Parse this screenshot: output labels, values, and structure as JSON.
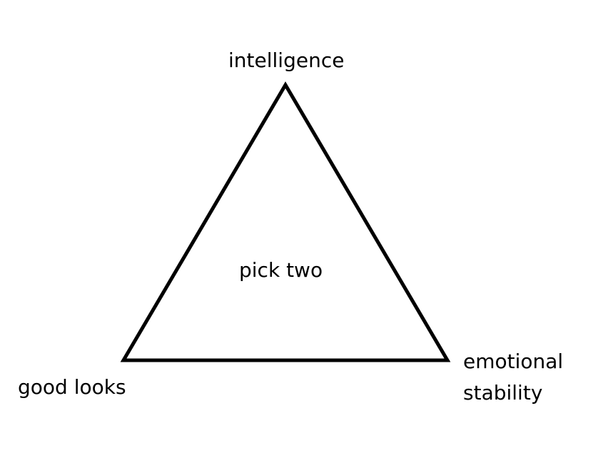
{
  "diagram": {
    "center_label": "pick two",
    "vertices": {
      "top": "intelligence",
      "bottom_left": "good looks",
      "bottom_right_line1": "emotional",
      "bottom_right_line2": "stability"
    },
    "stroke_color": "#000000"
  }
}
